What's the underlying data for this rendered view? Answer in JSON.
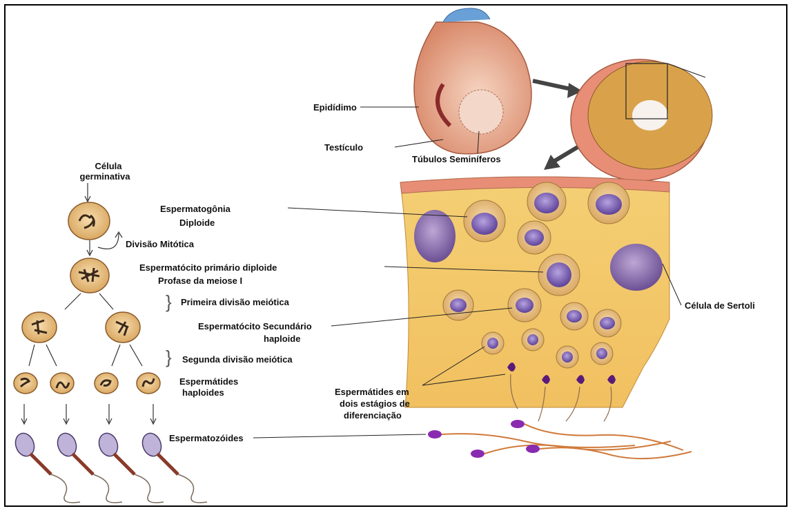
{
  "labels": {
    "celula_germinativa_1": "Célula",
    "celula_germinativa_2": "germinativa",
    "divisao_mitotica": "Divisão Mitótica",
    "primeira_divisao": "Primeira divisão meiótica",
    "segunda_divisao": "Segunda divisão meiótica",
    "espermatides_1": "Espermátides",
    "espermatides_2": "haploides",
    "epididimo": "Epidídimo",
    "testiculo": "Testículo",
    "tubulos": "Túbulos Seminíferos",
    "espermatogonia_1": "Espermatogônia",
    "espermatogonia_2": "Diploide",
    "espermatocito_primario_1": "Espermatócito primário  diploide",
    "espermatocito_primario_2": "Profase da meiose I",
    "espermatocito_secundario_1": "Espermatócito Secundário",
    "espermatocito_secundario_2": "haploide",
    "espermatides_estagios_1": "Espermátides em",
    "espermatides_estagios_2": "dois estágios de",
    "espermatides_estagios_3": "diferenciação",
    "espermatozoides": "Espermatozóides",
    "sertoli": "Célula de Sertoli"
  },
  "colors": {
    "tissue": "#f3c66a",
    "tissue_dark": "#d9a24a",
    "cell_fill": "#f0c98e",
    "nucleus": "#8e78c2",
    "nucleus_dark": "#5b3f96",
    "testis": "#e8a48a",
    "testis_light": "#f6d3c0",
    "tail": "#c86a3a"
  }
}
